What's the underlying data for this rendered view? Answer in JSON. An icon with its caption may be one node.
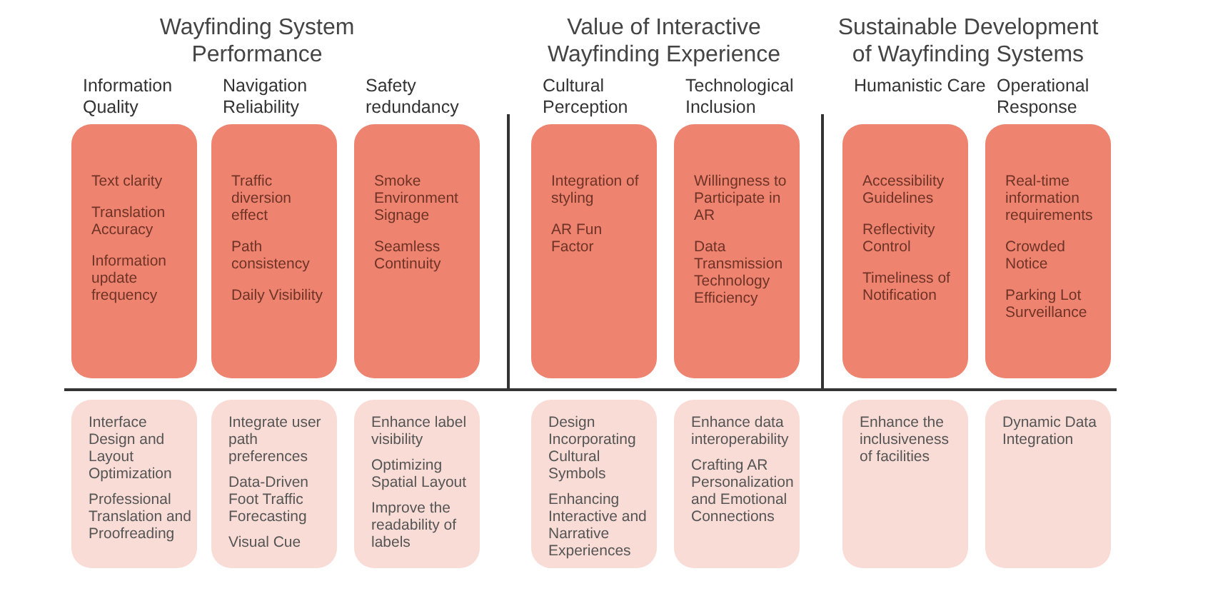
{
  "diagram": {
    "nodes": [
      {
        "text": [
          "Information Quality",
          "Text clarity",
          "Translation Accuracy",
          "Information update frequency"
        ]
      },
      {
        "text": [
          "Navigation Reliability",
          "Traffic diversion effect",
          "Path consistency",
          "Daily Visibility"
        ]
      },
      {
        "text": [
          "Safety redundancy",
          "Smoke Environment Signage",
          "Seamless Continuity"
        ]
      },
      {
        "text": [
          "Cultural Perception",
          "Integration of styling",
          "AR Fun Factor"
        ]
      },
      {
        "text": [
          "Technological Inclusion",
          "Willingness to Participate in AR",
          "Data Transmission Technology Efficiency"
        ]
      },
      {
        "text": [
          "Humanistic Care",
          "Accessibility Guidelines",
          "Reflectivity Control",
          "Timeliness of Notification"
        ]
      },
      {
        "text": [
          "Operational Response",
          "Real-time information requirements",
          "Crowded Notice",
          "Parking Lot Surveillance"
        ]
      },
      {
        "text": [
          "Interface Design and Layout Optimization",
          "Professional Translation and Proofreading"
        ]
      },
      {
        "text": [
          "Integrate user path preferences",
          "Data-Driven Foot Traffic Forecasting",
          "Visual Cue"
        ]
      },
      {
        "text": [
          "Enhance label visibility",
          "Optimizing Spatial Layout",
          "Improve the readability of labels"
        ]
      },
      {
        "text": [
          "Design Incorporating Cultural Symbols",
          "Enhancing Interactive and Narrative Experiences"
        ]
      },
      {
        "text": [
          "Enhance data interoperability",
          "Crafting AR Personalization and Emotional Connections"
        ]
      },
      {
        "text": [
          "Enhance the inclusiveness of facilities"
        ]
      },
      {
        "text": [
          "Dynamic Data Integration"
        ]
      }
    ],
    "labels": [
      "Wayfinding System Performance",
      "Value of Interactive Wayfinding Experience",
      "Sustainable Development of Wayfinding Systems"
    ]
  }
}
